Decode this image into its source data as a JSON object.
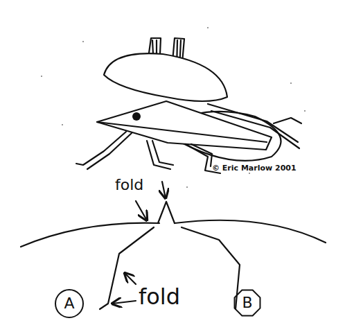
{
  "diagram": {
    "nodes": [
      {
        "text": [
          "A"
        ]
      },
      {
        "text": [
          "B"
        ]
      }
    ],
    "labels": [
      "© Eric Marlow 2001",
      "fold",
      "fold"
    ]
  }
}
